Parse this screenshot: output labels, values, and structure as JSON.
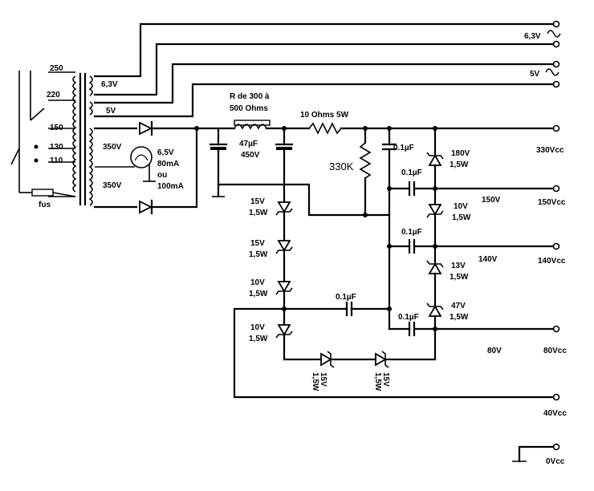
{
  "transformer": {
    "taps": [
      "250",
      "220",
      "150",
      "130",
      "110"
    ],
    "fuse_label": "fus",
    "secondary_heater": "6,3V",
    "secondary_5v": "5V",
    "hv_top": "350V",
    "hv_bottom": "350V"
  },
  "indicator_lamp": {
    "line1": "6,5V",
    "line2": "80mA",
    "line3": "ou",
    "line4": "100mA"
  },
  "filter": {
    "choke_line1": "R de 300 à",
    "choke_line2": "500 Ohms",
    "cap_value": "47µF",
    "cap_voltage": "450V",
    "series_resistor": "10 Ohms 5W",
    "bleeder": "330K"
  },
  "zener_string": [
    {
      "v": "15V",
      "p": "1,5W"
    },
    {
      "v": "15V",
      "p": "1,5W"
    },
    {
      "v": "10V",
      "p": "1,5W"
    },
    {
      "v": "10V",
      "p": "1,5W"
    }
  ],
  "bottom_zeners": [
    {
      "v": "15V",
      "p": "1,5W"
    },
    {
      "v": "15V",
      "p": "1,5W"
    }
  ],
  "right_zeners": [
    {
      "v": "180V",
      "p": "1,5W"
    },
    {
      "v": "10V",
      "p": "1,5W"
    },
    {
      "v": "13V",
      "p": "1,5W"
    },
    {
      "v": "47V",
      "p": "1,5W"
    }
  ],
  "caps": [
    "0.1µF",
    "0.1µF",
    "0.1µF",
    "0.1µF",
    "0.1µF"
  ],
  "tap_voltages": [
    "150V",
    "140V",
    "80V"
  ],
  "outputs": {
    "o1": "6,3V",
    "o2": "5V",
    "o3": "330Vcc",
    "o4": "150Vcc",
    "o5": "140Vcc",
    "o6": "80Vcc",
    "o7": "40Vcc",
    "o8": "0Vcc"
  }
}
